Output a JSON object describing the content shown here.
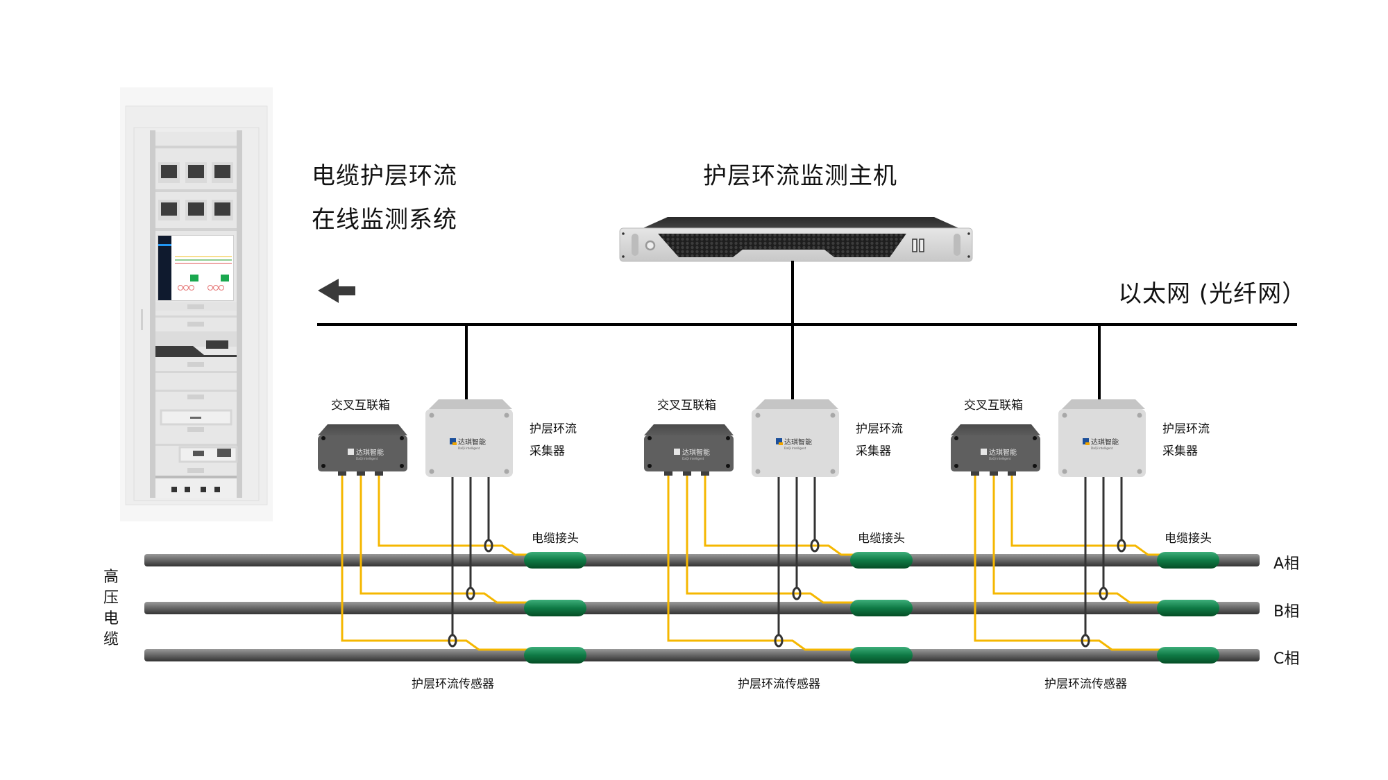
{
  "title": {
    "line1": "电缆护层环流",
    "line2": "在线监测系统"
  },
  "host": {
    "label": "护层环流监测主机"
  },
  "network": {
    "label": "以太网 (光纤网）"
  },
  "cabinet": {
    "name": "monitoring-cabinet"
  },
  "left_label": {
    "chars": [
      "高",
      "压",
      "电",
      "缆"
    ]
  },
  "phases": [
    "A相",
    "B相",
    "C相"
  ],
  "groups": [
    {
      "cross_bond_box": "交叉互联箱",
      "collector_line1": "护层环流",
      "collector_line2": "采集器",
      "joint_label": "电缆接头",
      "sensor_label": "护层环流传感器"
    },
    {
      "cross_bond_box": "交叉互联箱",
      "collector_line1": "护层环流",
      "collector_line2": "采集器",
      "joint_label": "电缆接头",
      "sensor_label": "护层环流传感器"
    },
    {
      "cross_bond_box": "交叉互联箱",
      "collector_line1": "护层环流",
      "collector_line2": "采集器",
      "joint_label": "电缆接头",
      "sensor_label": "护层环流传感器"
    }
  ],
  "brand": {
    "name_cn": "达琪智能",
    "name_en": "DaQi Intelligent"
  },
  "colors": {
    "wire_yellow": "#f5b700",
    "wire_dark": "#333333",
    "joint_green": "#0f7a45",
    "cable_gray": "#6a6a6a",
    "bus_black": "#000000"
  }
}
